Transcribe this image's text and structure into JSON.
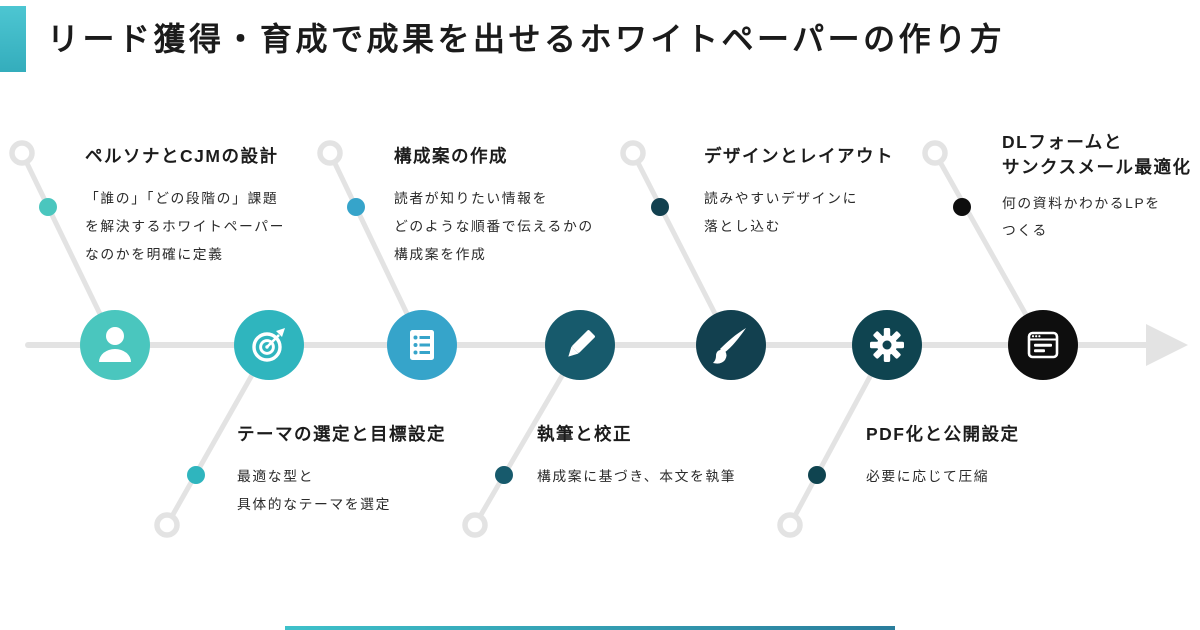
{
  "page": {
    "background": "#FFFFFF"
  },
  "header": {
    "title": "リード獲得・育成で成果を出せるホワイトペーパーの作り方",
    "accent": {
      "angle": "180deg",
      "from": "#4DC6D2",
      "to": "#34ADBC"
    }
  },
  "timeline": {
    "line_color": "#E3E3E3",
    "arrow_color": "#E3E3E3",
    "ring_fill": "#FFFFFF"
  },
  "footer": {
    "bar": {
      "angle": "90deg",
      "from": "#3EC1CA",
      "to": "#2A7D9C"
    }
  },
  "steps": [
    {
      "n": 1,
      "position": "top",
      "icon": "person-icon",
      "color": "#4AC6BE",
      "title": "ペルソナとCJMの設計",
      "description": "「誰の」「どの段階の」課題\nを解決するホワイトペーパー\nなのかを明確に定義"
    },
    {
      "n": 2,
      "position": "bottom",
      "icon": "target-icon",
      "color": "#2FB5BE",
      "title": "テーマの選定と目標設定",
      "description": "最適な型と\n具体的なテーマを選定"
    },
    {
      "n": 3,
      "position": "top",
      "icon": "list-icon",
      "color": "#36A4CA",
      "title": "構成案の作成",
      "description": "読者が知りたい情報を\nどのような順番で伝えるかの\n構成案を作成"
    },
    {
      "n": 4,
      "position": "bottom",
      "icon": "pencil-icon",
      "color": "#175A6C",
      "title": "執筆と校正",
      "description": "構成案に基づき、本文を執筆"
    },
    {
      "n": 5,
      "position": "top",
      "icon": "brush-icon",
      "color": "#12404F",
      "title": "デザインとレイアウト",
      "description": "読みやすいデザインに\n落とし込む"
    },
    {
      "n": 6,
      "position": "bottom",
      "icon": "gear-icon",
      "color": "#0F4450",
      "title": "PDF化と公開設定",
      "description": "必要に応じて圧縮"
    },
    {
      "n": 7,
      "position": "top",
      "icon": "browser-icon",
      "color": "#0E0E0E",
      "title": "DLフォームと\nサンクスメール最適化",
      "description": "何の資料かわかるLPを\nつくる"
    }
  ]
}
